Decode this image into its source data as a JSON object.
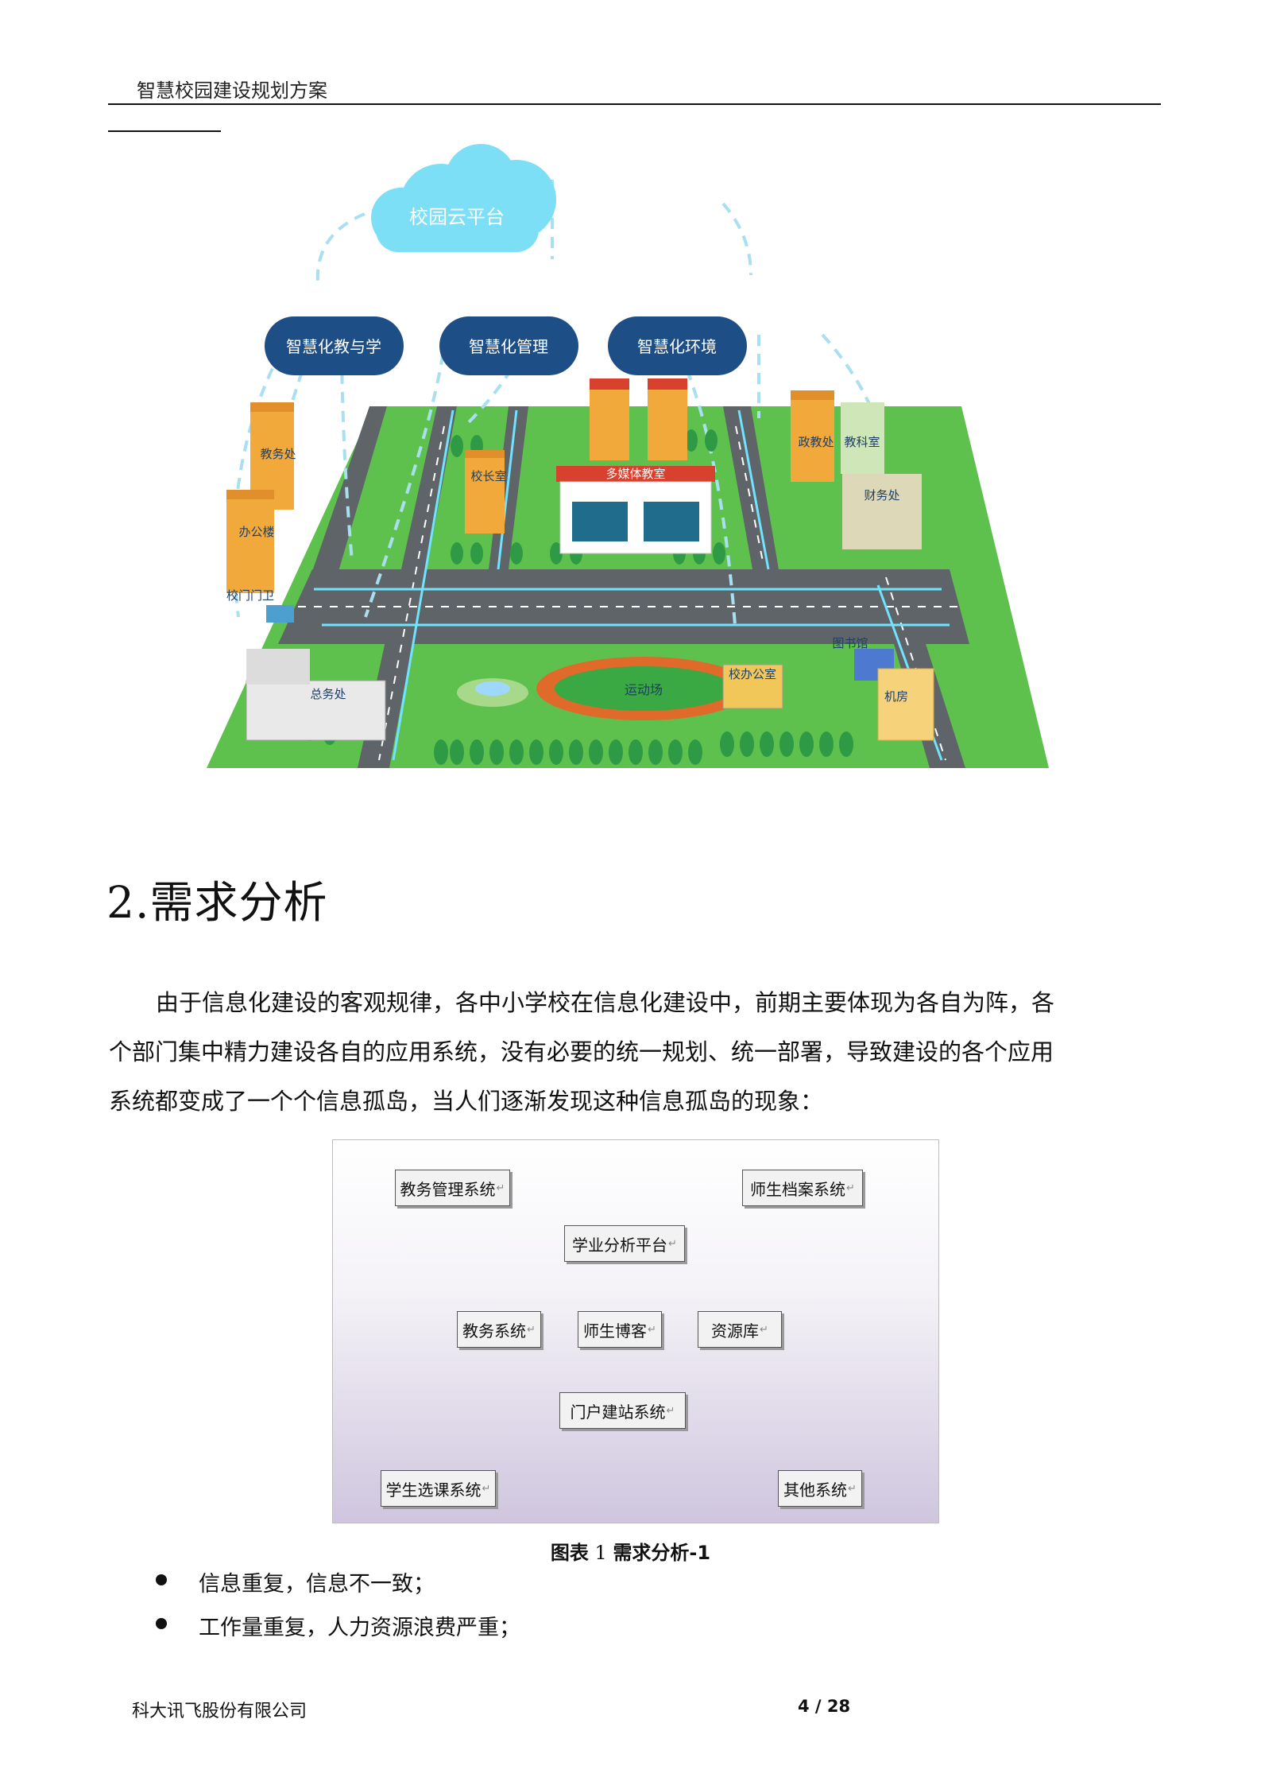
{
  "header": {
    "title": "智慧校园建设规划方案"
  },
  "campus_diagram": {
    "cloud": "校园云平台",
    "pillars": [
      "智慧化教与学",
      "智慧化管理",
      "智慧化环境"
    ],
    "buildings": {
      "jiaowuchu": "教务处",
      "bangonglou": "办公楼",
      "xiaozhangshi": "校长室",
      "duomeiti": "多媒体教室",
      "zhengjiaochu": "政教处",
      "jiaokeshi": "教科室",
      "caiwuchu": "财务处",
      "xiaomen": "校门门卫",
      "zongwuchu": "总务处",
      "yundongchang": "运动场",
      "xiaobangongshi": "校办公室",
      "tushuguan": "图书馆",
      "jifang": "机房"
    }
  },
  "section": {
    "title": "2.需求分析",
    "paragraph_lines": [
      "由于信息化建设的客观规律，各中小学校在信息化建设中，前期主要体现为各自为阵，各",
      "个部门集中精力建设各自的应用系统，没有必要的统一规划、统一部署，导致建设的各个应用",
      "系统都变成了一个个信息孤岛，当人们逐渐发现这种信息孤岛的现象："
    ]
  },
  "figure": {
    "boxes": [
      "教务管理系统",
      "师生档案系统",
      "学业分析平台",
      "教务系统",
      "师生博客",
      "资源库",
      "门户建站系统",
      "学生选课系统",
      "其他系统"
    ],
    "mark": "↵",
    "caption_label": "图表",
    "caption_num": "1",
    "caption_text": "需求分析-1"
  },
  "bullets": [
    "信息重复，信息不一致；",
    "工作量重复，人力资源浪费严重；"
  ],
  "footer": {
    "company": "科大讯飞股份有限公司",
    "page": "4 / 28"
  }
}
